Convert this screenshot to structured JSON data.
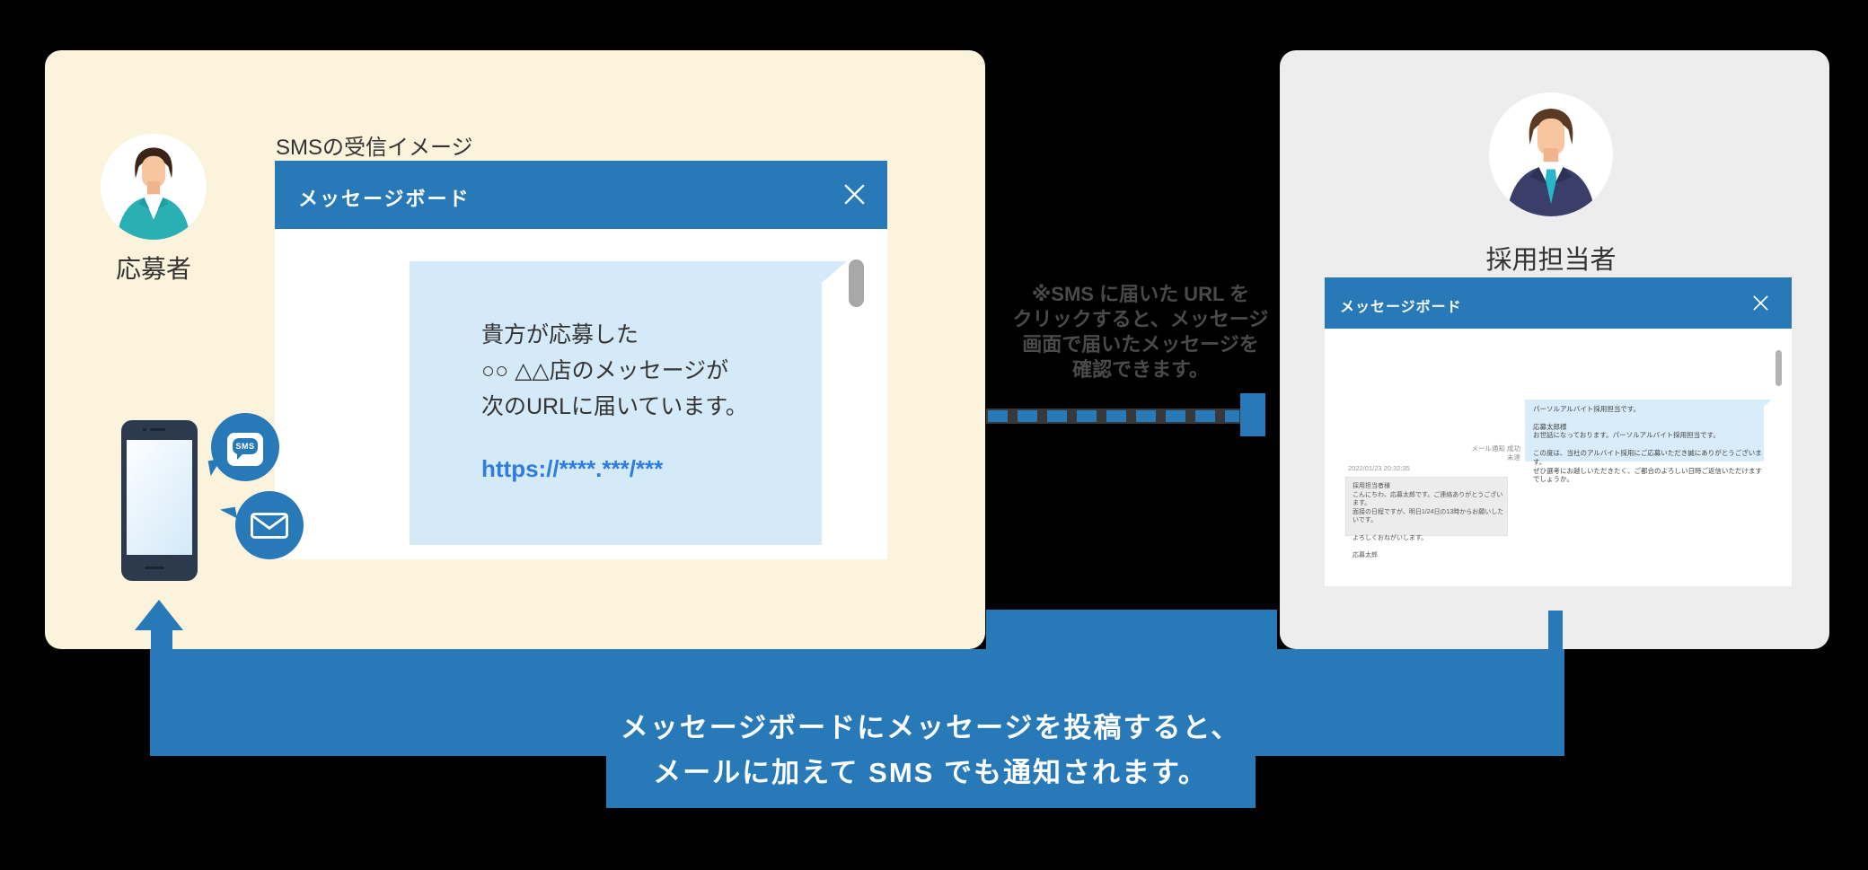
{
  "colors": {
    "accent_blue": "#2879B8",
    "cream_panel": "#FBF3DB",
    "gray_panel": "#EDEDED",
    "bubble_blue": "#D5EAF8",
    "link_blue": "#2F7CDF",
    "background": "#000000"
  },
  "left_panel": {
    "actor_label": "応募者",
    "caption": "SMSの受信イメージ",
    "modal": {
      "title": "メッセージボード",
      "bubble_lines": [
        "貴方が応募した",
        "○○ △△店のメッセージが",
        "次のURLに届いています。"
      ],
      "link": "https://****.***/***"
    },
    "sms_badge_label": "SMS"
  },
  "middle_note": {
    "lines": [
      "※SMS に届いた URL を",
      "クリックすると、メッセージ",
      "画面で届いたメッセージを",
      "確認できます。"
    ]
  },
  "right_panel": {
    "actor_label": "採用担当者",
    "board": {
      "title": "メッセージボード",
      "recruiter_message_lines": [
        "パーソルアルバイト採用担当です。",
        "",
        "応募太郎様",
        "お世話になっております。パーソルアルバイト採用担当です。",
        "",
        "この度は、当社のアルバイト採用にご応募いただき誠にありがとうございます。",
        "ぜひ選考にお越しいただきたく、ご都合のよろしい日時ご返信いただけますでしょうか。"
      ],
      "meta_lines": [
        "メール通知 成功",
        "未達"
      ],
      "timestamp": "2022/01/23 20:32:35",
      "applicant_message_lines": [
        "採用担当者様",
        "こんにちわ、応募太郎です。ご連絡ありがとうございます。",
        "面接の日程ですが、明日1/24日の13時からお願いしたいです。",
        "",
        "よろしくおねがいします。",
        "",
        "応募太郎"
      ]
    }
  },
  "banner": {
    "lines": [
      "メッセージボードにメッセージを投稿すると、",
      "メールに加えて SMS でも通知されます。"
    ]
  }
}
